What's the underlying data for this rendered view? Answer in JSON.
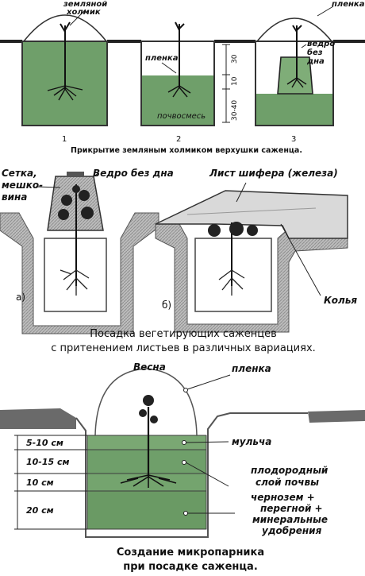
{
  "panel1": {
    "labels": {
      "zemlyanoy_line1": "земляной",
      "zemlyanoy_line2": "холмик",
      "plenka_right": "пленка",
      "plenka_mid": "пленка",
      "vedro_line1": "ведро",
      "vedro_line2": "без",
      "vedro_line3": "дна",
      "depth_30": "30",
      "depth_10": "10",
      "depth_30_40": "30-40",
      "pochvosmes": "почвосмесь",
      "num_1": "1",
      "num_2": "2",
      "num_3": "3"
    },
    "caption": "Прикрытие земляным холмиком верхушки саженца."
  },
  "panel2": {
    "labels": {
      "setka_line1": "Сетка,",
      "setka_line2": "мешко-",
      "setka_line3": "вина",
      "vedro_bez_dna": "Ведро без дна",
      "list_shifera": "Лист шифера (железа)",
      "kolya": "Колья",
      "a": "а)",
      "b": "б)"
    },
    "caption_line1": "Посадка вегетирующих саженцев",
    "caption_line2": "с притенением листьев в различных вариациях."
  },
  "panel3": {
    "labels": {
      "vesna": "Весна",
      "plenka": "пленка",
      "mulcha": "мульча",
      "plodorodny_line1": "плодородный",
      "plodorodny_line2": "слой почвы",
      "chernozem_line1": "чернозем +",
      "chernozem_line2": "перегной +",
      "chernozem_line3": "минеральные",
      "chernozem_line4": "удобрения"
    },
    "layers": [
      "5-10 см",
      "10-15 см",
      "10 см",
      "20 см"
    ],
    "caption_line1": "Создание микропарника",
    "caption_line2": "при посадке саженца."
  },
  "colors": {
    "soil_green": "#6f9f6a",
    "soil_green_dark": "#5a8a58",
    "ground_dark": "#4a4a4a",
    "ground_mid": "#8a8a8a"
  }
}
